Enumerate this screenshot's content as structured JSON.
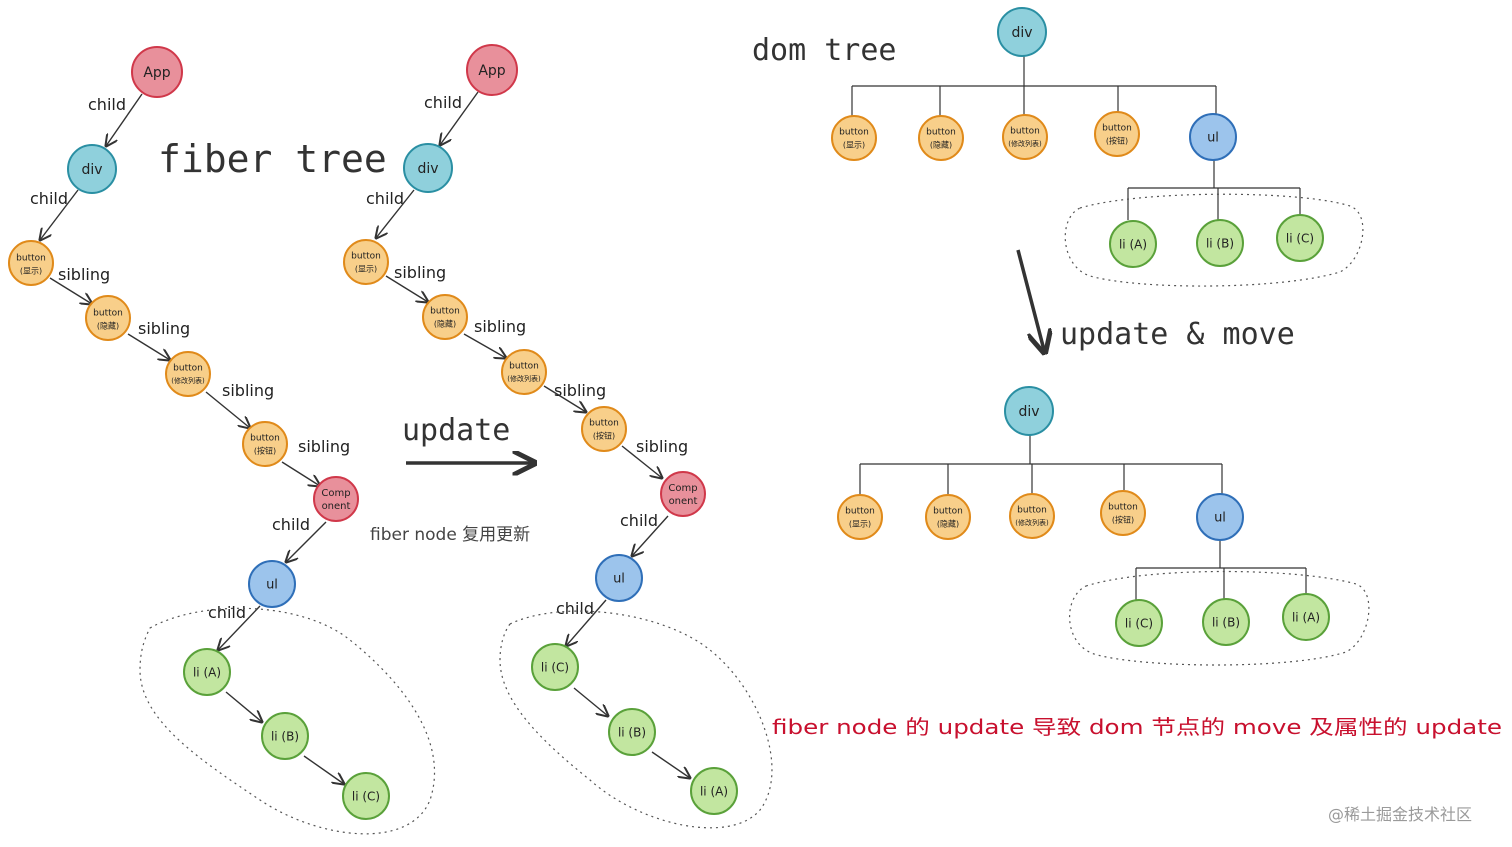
{
  "colors": {
    "red": "#e8909b",
    "red_stroke": "#d0384a",
    "teal": "#8fd0dc",
    "teal_stroke": "#2a8fa3",
    "orange": "#f8cf8a",
    "orange_stroke": "#e08a1a",
    "blue": "#9cc4ec",
    "blue_stroke": "#2f6fb8",
    "green": "#c2e6a0",
    "green_stroke": "#5aa13a"
  },
  "titles": {
    "fiber_tree": "fiber tree",
    "dom_tree": "dom tree",
    "update": "update",
    "update_move": "update & move",
    "fiber_reuse": "fiber node 复用更新",
    "caption": "fiber node 的 update 导致 dom 节点的 move 及属性的 update",
    "watermark": "@稀土掘金技术社区"
  },
  "edge_labels": {
    "child": "child",
    "sibling": "sibling"
  },
  "nodes": {
    "app": "App",
    "div": "div",
    "ul": "ul",
    "button": "button",
    "show": "(显示)",
    "hide": "(隐藏)",
    "modify": "(修改列表)",
    "btn": "(按钮)",
    "comp1": "Comp",
    "comp2": "onent",
    "liA": "li (A)",
    "liB": "li (B)",
    "liC": "li (C)"
  }
}
